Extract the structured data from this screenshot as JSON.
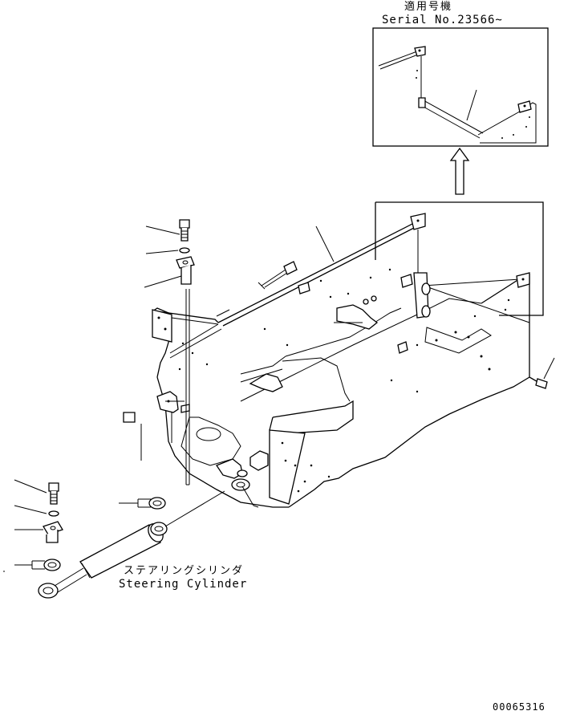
{
  "inset": {
    "applicable_label_jp": "適用号機",
    "serial_label": "Serial No.23566~"
  },
  "callout": {
    "steering_cylinder_jp": "ステアリングシリンダ",
    "steering_cylinder_en": "Steering Cylinder"
  },
  "drawing_number": "00065316"
}
